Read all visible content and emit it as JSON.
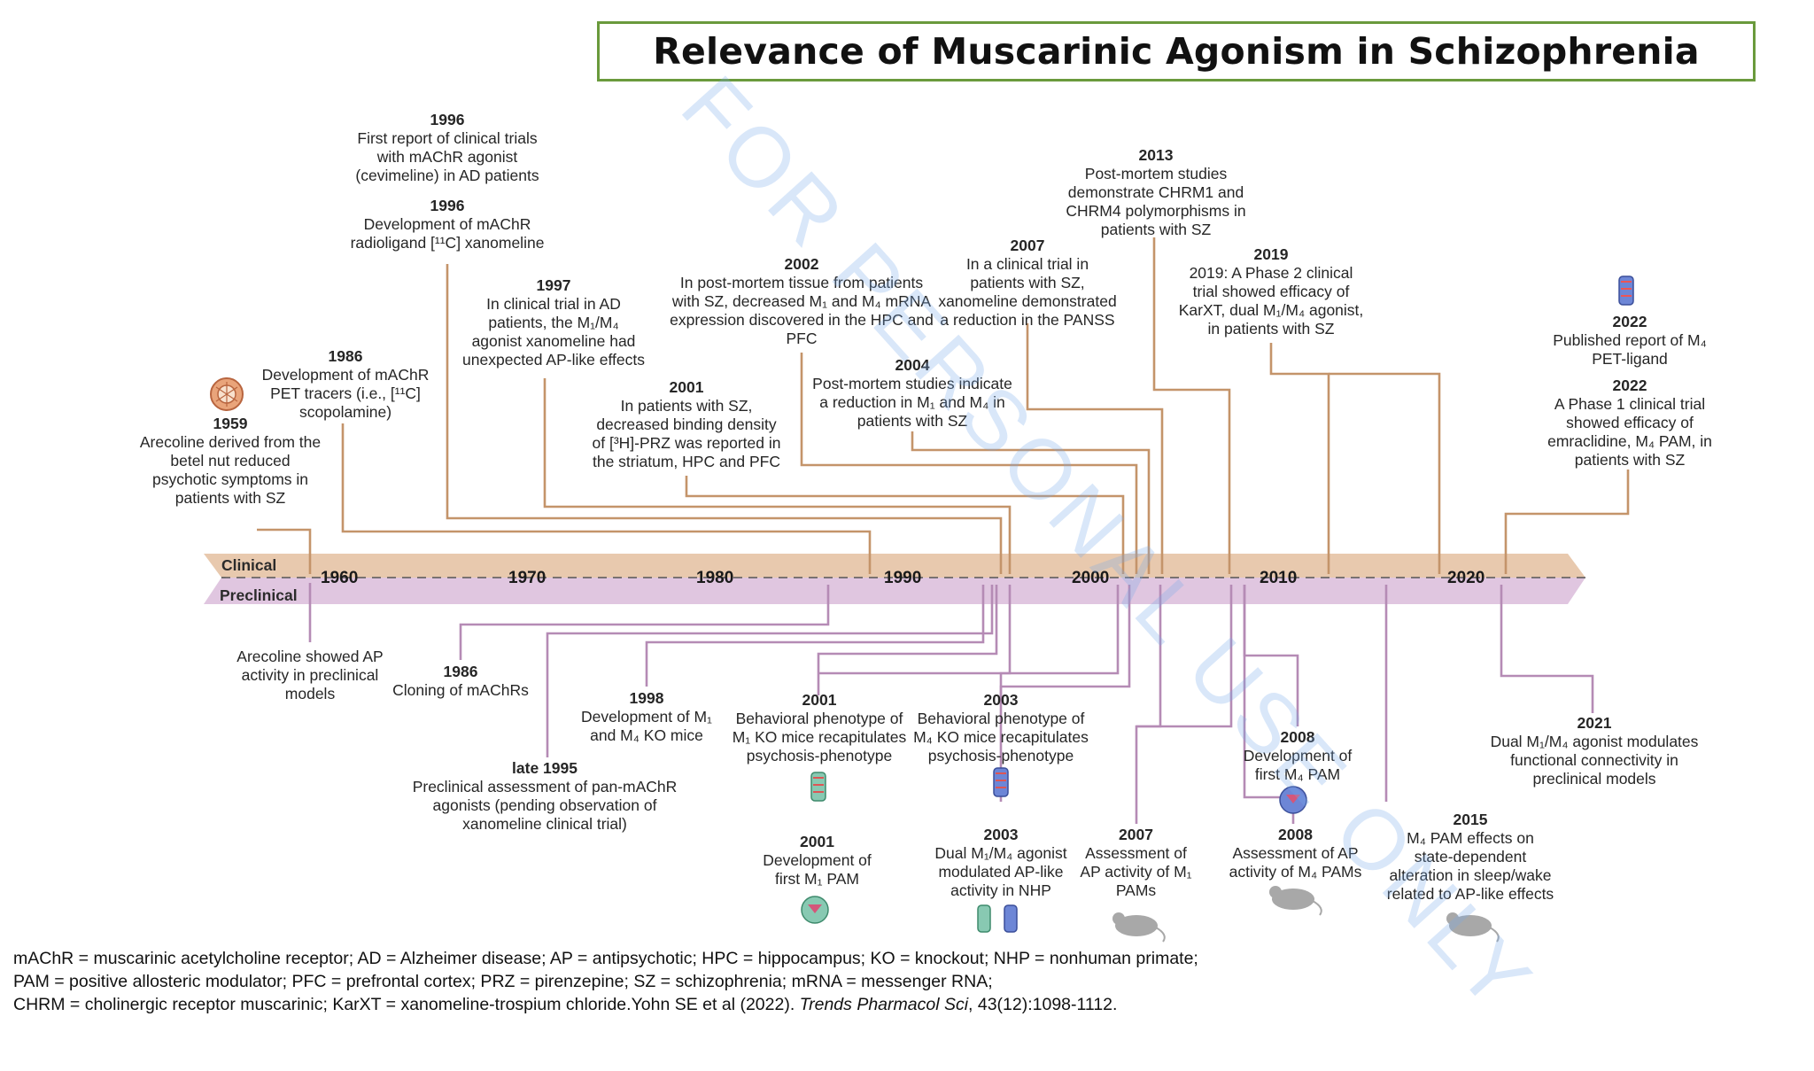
{
  "title": "Relevance of Muscarinic Agonism in Schizophrenia",
  "watermark": "FOR PERSONAL USE ONLY",
  "axis": {
    "clinical_label": "Clinical",
    "preclinical_label": "Preclinical",
    "years": [
      "1960",
      "1970",
      "1980",
      "1990",
      "2000",
      "2010",
      "2020"
    ]
  },
  "clinical_events": [
    {
      "year": "1959",
      "text": "Arecoline derived from the\nbetel nut reduced\npsychotic symptoms in\npatients with SZ"
    },
    {
      "year": "1986",
      "text": "Development of mAChR\nPET tracers (i.e., [¹¹C]\nscopolamine)"
    },
    {
      "year": "1996",
      "text": "First report of clinical trials\nwith mAChR agonist\n(cevimeline) in AD patients"
    },
    {
      "year": "1996",
      "text": "Development of mAChR\nradioligand [¹¹C] xanomeline"
    },
    {
      "year": "1997",
      "text": "In clinical trial in AD\npatients, the M₁/M₄\nagonist xanomeline had\nunexpected AP-like effects"
    },
    {
      "year": "2001",
      "text": "In patients with SZ,\ndecreased binding density\nof [³H]-PRZ was reported in\nthe striatum, HPC and PFC"
    },
    {
      "year": "2002",
      "text": "In post-mortem tissue from patients\nwith SZ, decreased M₁ and M₄ mRNA\nexpression discovered in the HPC and\nPFC"
    },
    {
      "year": "2004",
      "text": "Post-mortem studies indicate\na reduction in M₁ and M₄ in\npatients with SZ"
    },
    {
      "year": "2007",
      "text": "In a clinical trial in\npatients with SZ,\nxanomeline demonstrated\na reduction in the PANSS"
    },
    {
      "year": "2013",
      "text": "Post-mortem studies\ndemonstrate CHRM1 and\nCHRM4 polymorphisms in\npatients with SZ"
    },
    {
      "year": "2019",
      "text": "2019: A Phase 2 clinical\ntrial showed efficacy of\nKarXT, dual M₁/M₄ agonist,\nin patients with SZ"
    },
    {
      "year": "2022",
      "text": "Published report of M₄\nPET-ligand"
    },
    {
      "year": "2022",
      "text": "A Phase 1 clinical trial\nshowed efficacy of\nemraclidine, M₄ PAM, in\npatients with SZ"
    }
  ],
  "preclinical_events": [
    {
      "year": "",
      "text": "Arecoline showed AP\nactivity in preclinical\nmodels"
    },
    {
      "year": "1986",
      "text": "Cloning of mAChRs"
    },
    {
      "year": "late 1995",
      "text": "Preclinical assessment of pan-mAChR\nagonists (pending observation of\nxanomeline clinical trial)"
    },
    {
      "year": "1998",
      "text": "Development of M₁\nand M₄ KO mice"
    },
    {
      "year": "2001",
      "text": "Behavioral phenotype of\nM₁ KO mice recapitulates\npsychosis-phenotype"
    },
    {
      "year": "2001",
      "text": "Development of\nfirst M₁ PAM"
    },
    {
      "year": "2003",
      "text": "Behavioral phenotype of\nM₄ KO mice recapitulates\npsychosis-phenotype"
    },
    {
      "year": "2003",
      "text": "Dual M₁/M₄ agonist\nmodulated AP-like\nactivity in NHP"
    },
    {
      "year": "2007",
      "text": "Assessment of\nAP activity of M₁\nPAMs"
    },
    {
      "year": "2008",
      "text": "Development of\nfirst M₄ PAM"
    },
    {
      "year": "2008",
      "text": "Assessment of AP\nactivity of M₄ PAMs"
    },
    {
      "year": "2015",
      "text": "M₄ PAM effects on\nstate-dependent\nalteration in sleep/wake\nrelated to AP-like effects"
    },
    {
      "year": "2021",
      "text": "Dual M₁/M₄ agonist modulates\nfunctional connectivity in\npreclinical models"
    }
  ],
  "footer": {
    "line1": "mAChR = muscarinic acetylcholine receptor; AD = Alzheimer disease; AP = antipsychotic; HPC = hippocampus; KO = knockout; NHP = nonhuman primate;",
    "line2": "PAM = positive allosteric modulator; PFC = prefrontal cortex; PRZ = pirenzepine; SZ = schizophrenia; mRNA = messenger RNA;",
    "line3_plain": "CHRM = cholinergic receptor muscarinic; KarXT = xanomeline-trospium chloride.Yohn SE et al (2022). ",
    "line3_journal": "Trends Pharmacol Sci",
    "line3_end": ", 43(12):1098-1112."
  },
  "colors": {
    "title_border": "#6a9a3c",
    "clinical_band": "#e8c9ae",
    "preclinical_band": "#e0c6e0",
    "clinical_line": "#c4946a",
    "preclinical_line": "#b58bb5",
    "watermark": "#78aaeb"
  },
  "icons": [
    "betel-nut-icon",
    "m4-receptor-icon",
    "m1-receptor-icon",
    "m4-pam-icon",
    "m1-pam-icon",
    "mouse-icon",
    "monkey-receptor-icon"
  ]
}
